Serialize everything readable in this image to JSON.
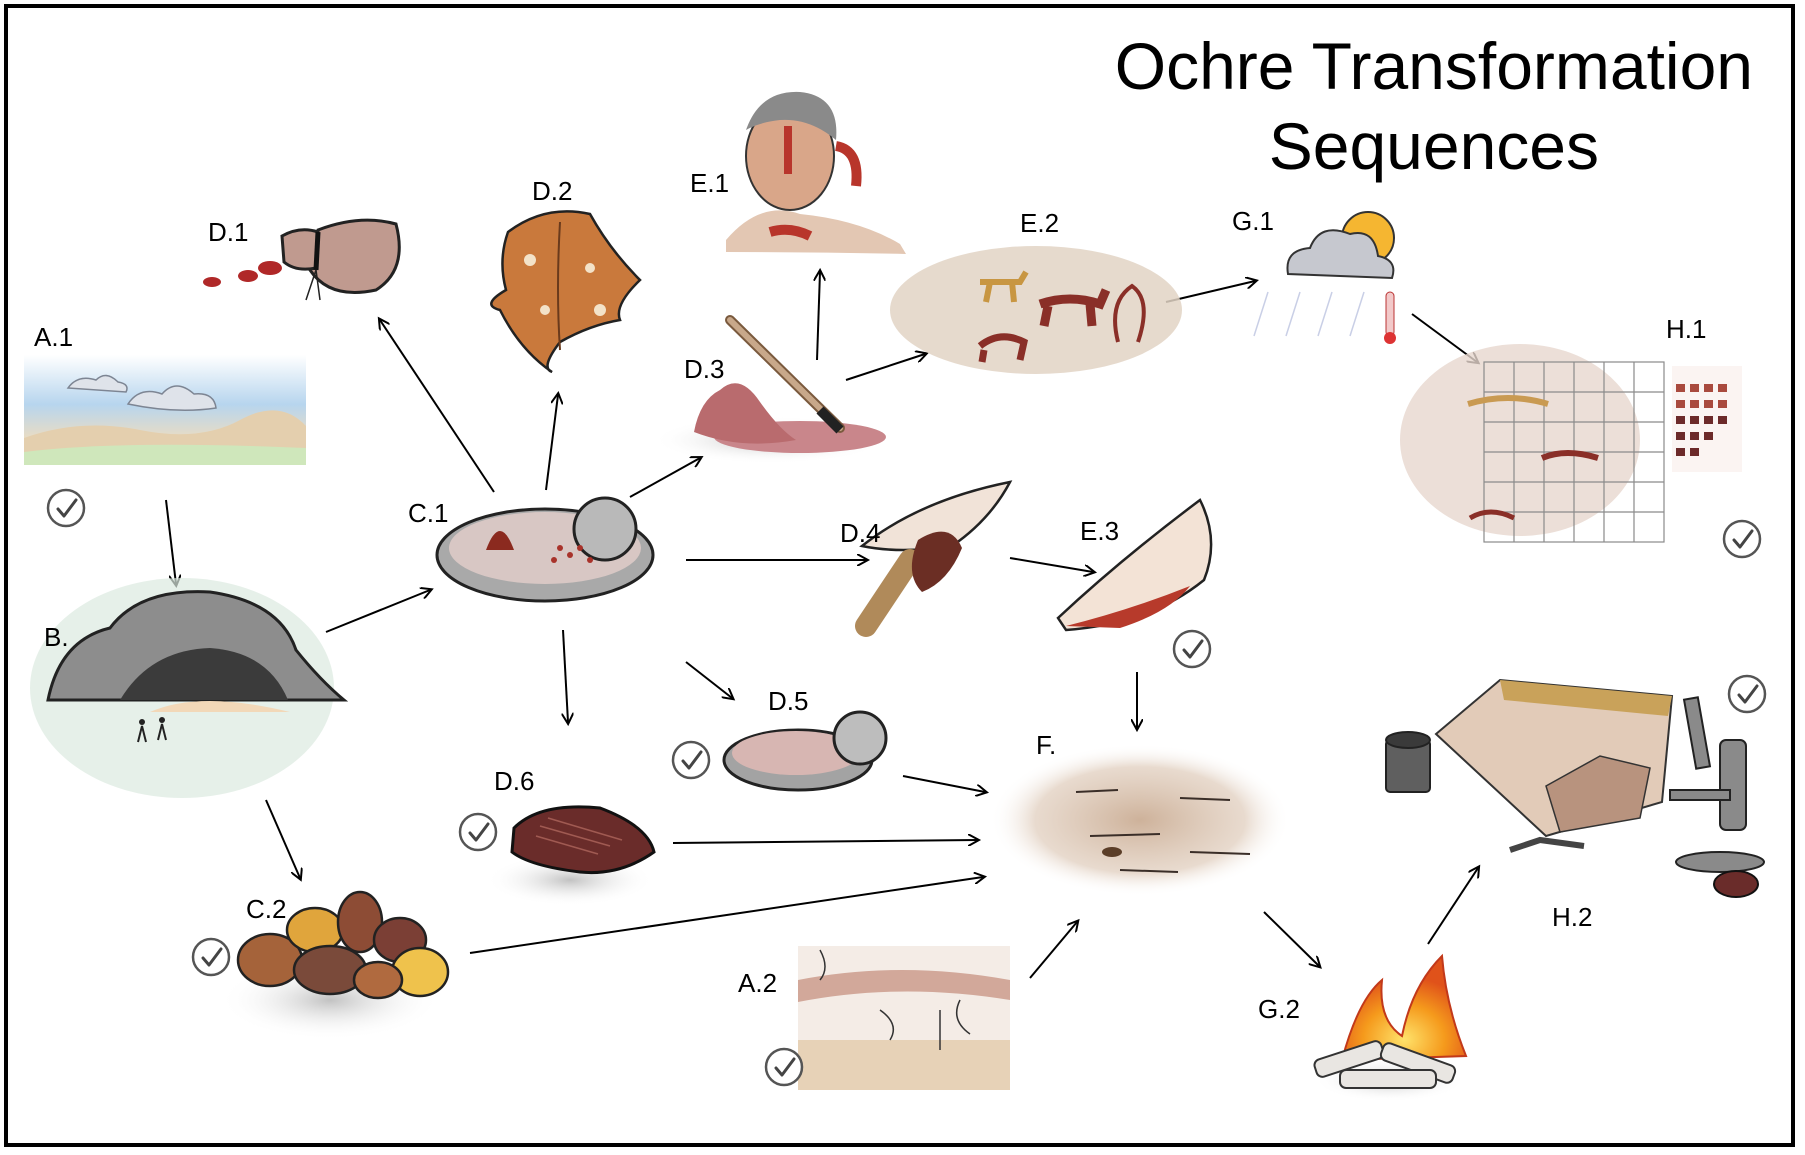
{
  "title": {
    "line1": "Ochre Transformation",
    "line2": "Sequences"
  },
  "nodes": {
    "a1": "A.1",
    "b": "B.",
    "c1": "C.1",
    "c2": "C.2",
    "d1": "D.1",
    "d2": "D.2",
    "d3": "D.3",
    "d4": "D.4",
    "d5": "D.5",
    "d6": "D.6",
    "e1": "E.1",
    "e2": "E.2",
    "e3": "E.3",
    "f": "F.",
    "a2": "A.2",
    "g1": "G.1",
    "g2": "G.2",
    "h1": "H.1",
    "h2": "H.2"
  },
  "icons": {
    "check": "checkmark-circle-icon"
  },
  "colors": {
    "ochre_red": "#8b2a1f",
    "ochre_pink": "#c98a80",
    "stone_gray": "#9a9a9a",
    "sky_blue": "#bcd8ef",
    "fire_orange": "#f08a1a"
  }
}
